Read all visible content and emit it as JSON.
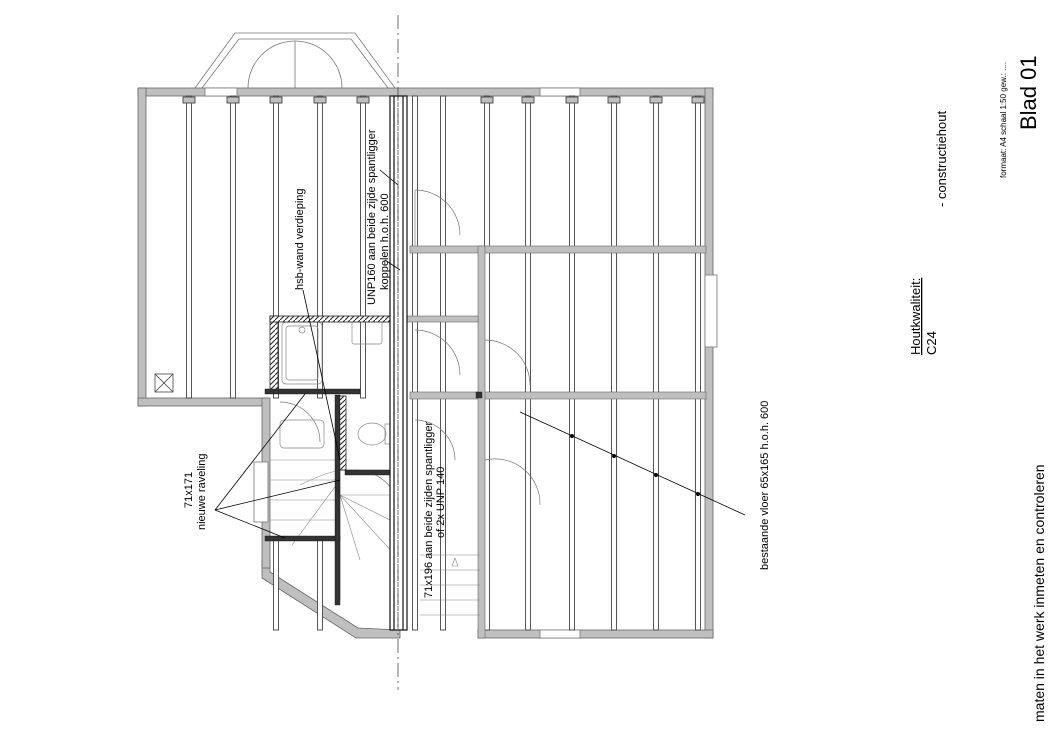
{
  "sheet": {
    "label": "Blad 01",
    "format_note": "formaat: A4 schaal 1:50 gew.: ...."
  },
  "notes": {
    "houtkwaliteit_label": "Houtkwaliteit:",
    "houtkwaliteit_value": "C24",
    "construct_label": "- constructiehout",
    "disclaimer": "maten in het werk inmeten en controleren"
  },
  "annotations": {
    "unp160_line1": "UNP160 aan beide zijde spantligger",
    "unp160_line2": "koppelen h.o.h. 600",
    "hsb_wand": "hsb-wand verdieping",
    "raveling_size": "71x171",
    "raveling_label": "nieuwe raveling",
    "spantligger_line1": "71x196 aan beide zijden spantligger",
    "spantligger_line2": "of 2x UNP 140",
    "bestaande_vloer": "bestaande vloer 65x165 h.o.h. 600"
  },
  "colors": {
    "wall_fill": "#bfbfbf",
    "steel": "#333333",
    "line": "#000000",
    "thin": "#555555",
    "hatch": "#444444"
  }
}
